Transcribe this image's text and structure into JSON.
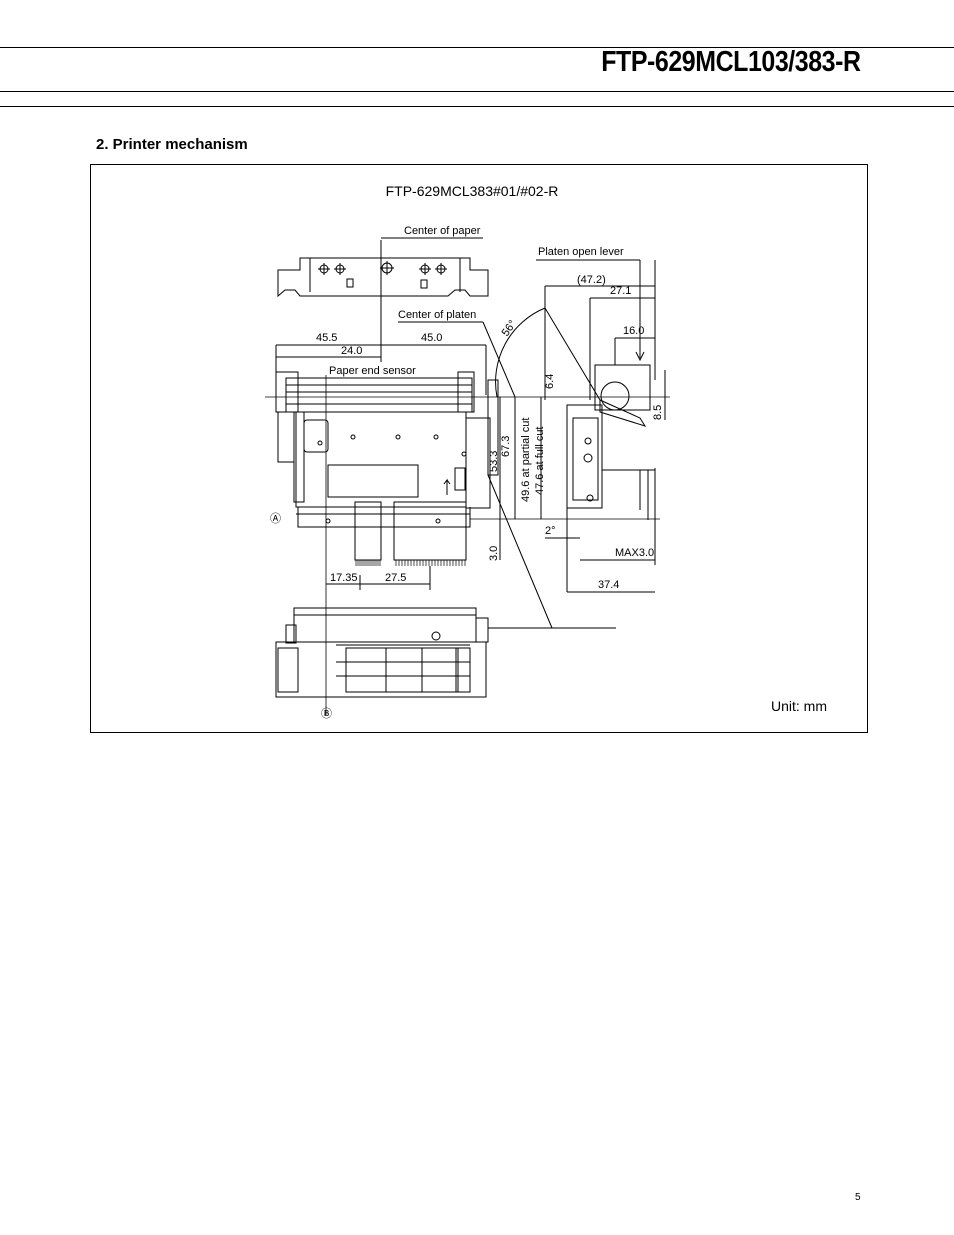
{
  "header": {
    "title": "FTP-629MCL103/383-R"
  },
  "section": {
    "heading": "2. Printer mechanism"
  },
  "drawing": {
    "model_label": "FTP-629MCL383#01/#02-R",
    "unit_label": "Unit: mm",
    "labels": {
      "center_of_paper": "Center of paper",
      "center_of_platen": "Center of platen",
      "platen_open_lever": "Platen open lever",
      "paper_end_sensor": "Paper end sensor"
    },
    "dimensions": {
      "d_45_5": "45.5",
      "d_24_0": "24.0",
      "d_45_0": "45.0",
      "d_47_2": "(47.2)",
      "d_27_1": "27.1",
      "d_16_0": "16.0",
      "d_56": "56°",
      "d_6_4": "6.4",
      "d_8_5": "8.5",
      "d_67_3": "67.3",
      "d_53_3": "53.3",
      "d_49_6": "49.6 at partial cut",
      "d_47_6": "47.6 at full cut",
      "d_3_0": "3.0",
      "d_2deg": "2°",
      "d_max3": "MAX3.0",
      "d_37_4": "37.4",
      "d_17_35": "17.35",
      "d_27_5": "27.5"
    },
    "markers": {
      "a": "Ⓐ",
      "b": "Ⓑ"
    }
  },
  "footer": {
    "page_number": "5"
  }
}
